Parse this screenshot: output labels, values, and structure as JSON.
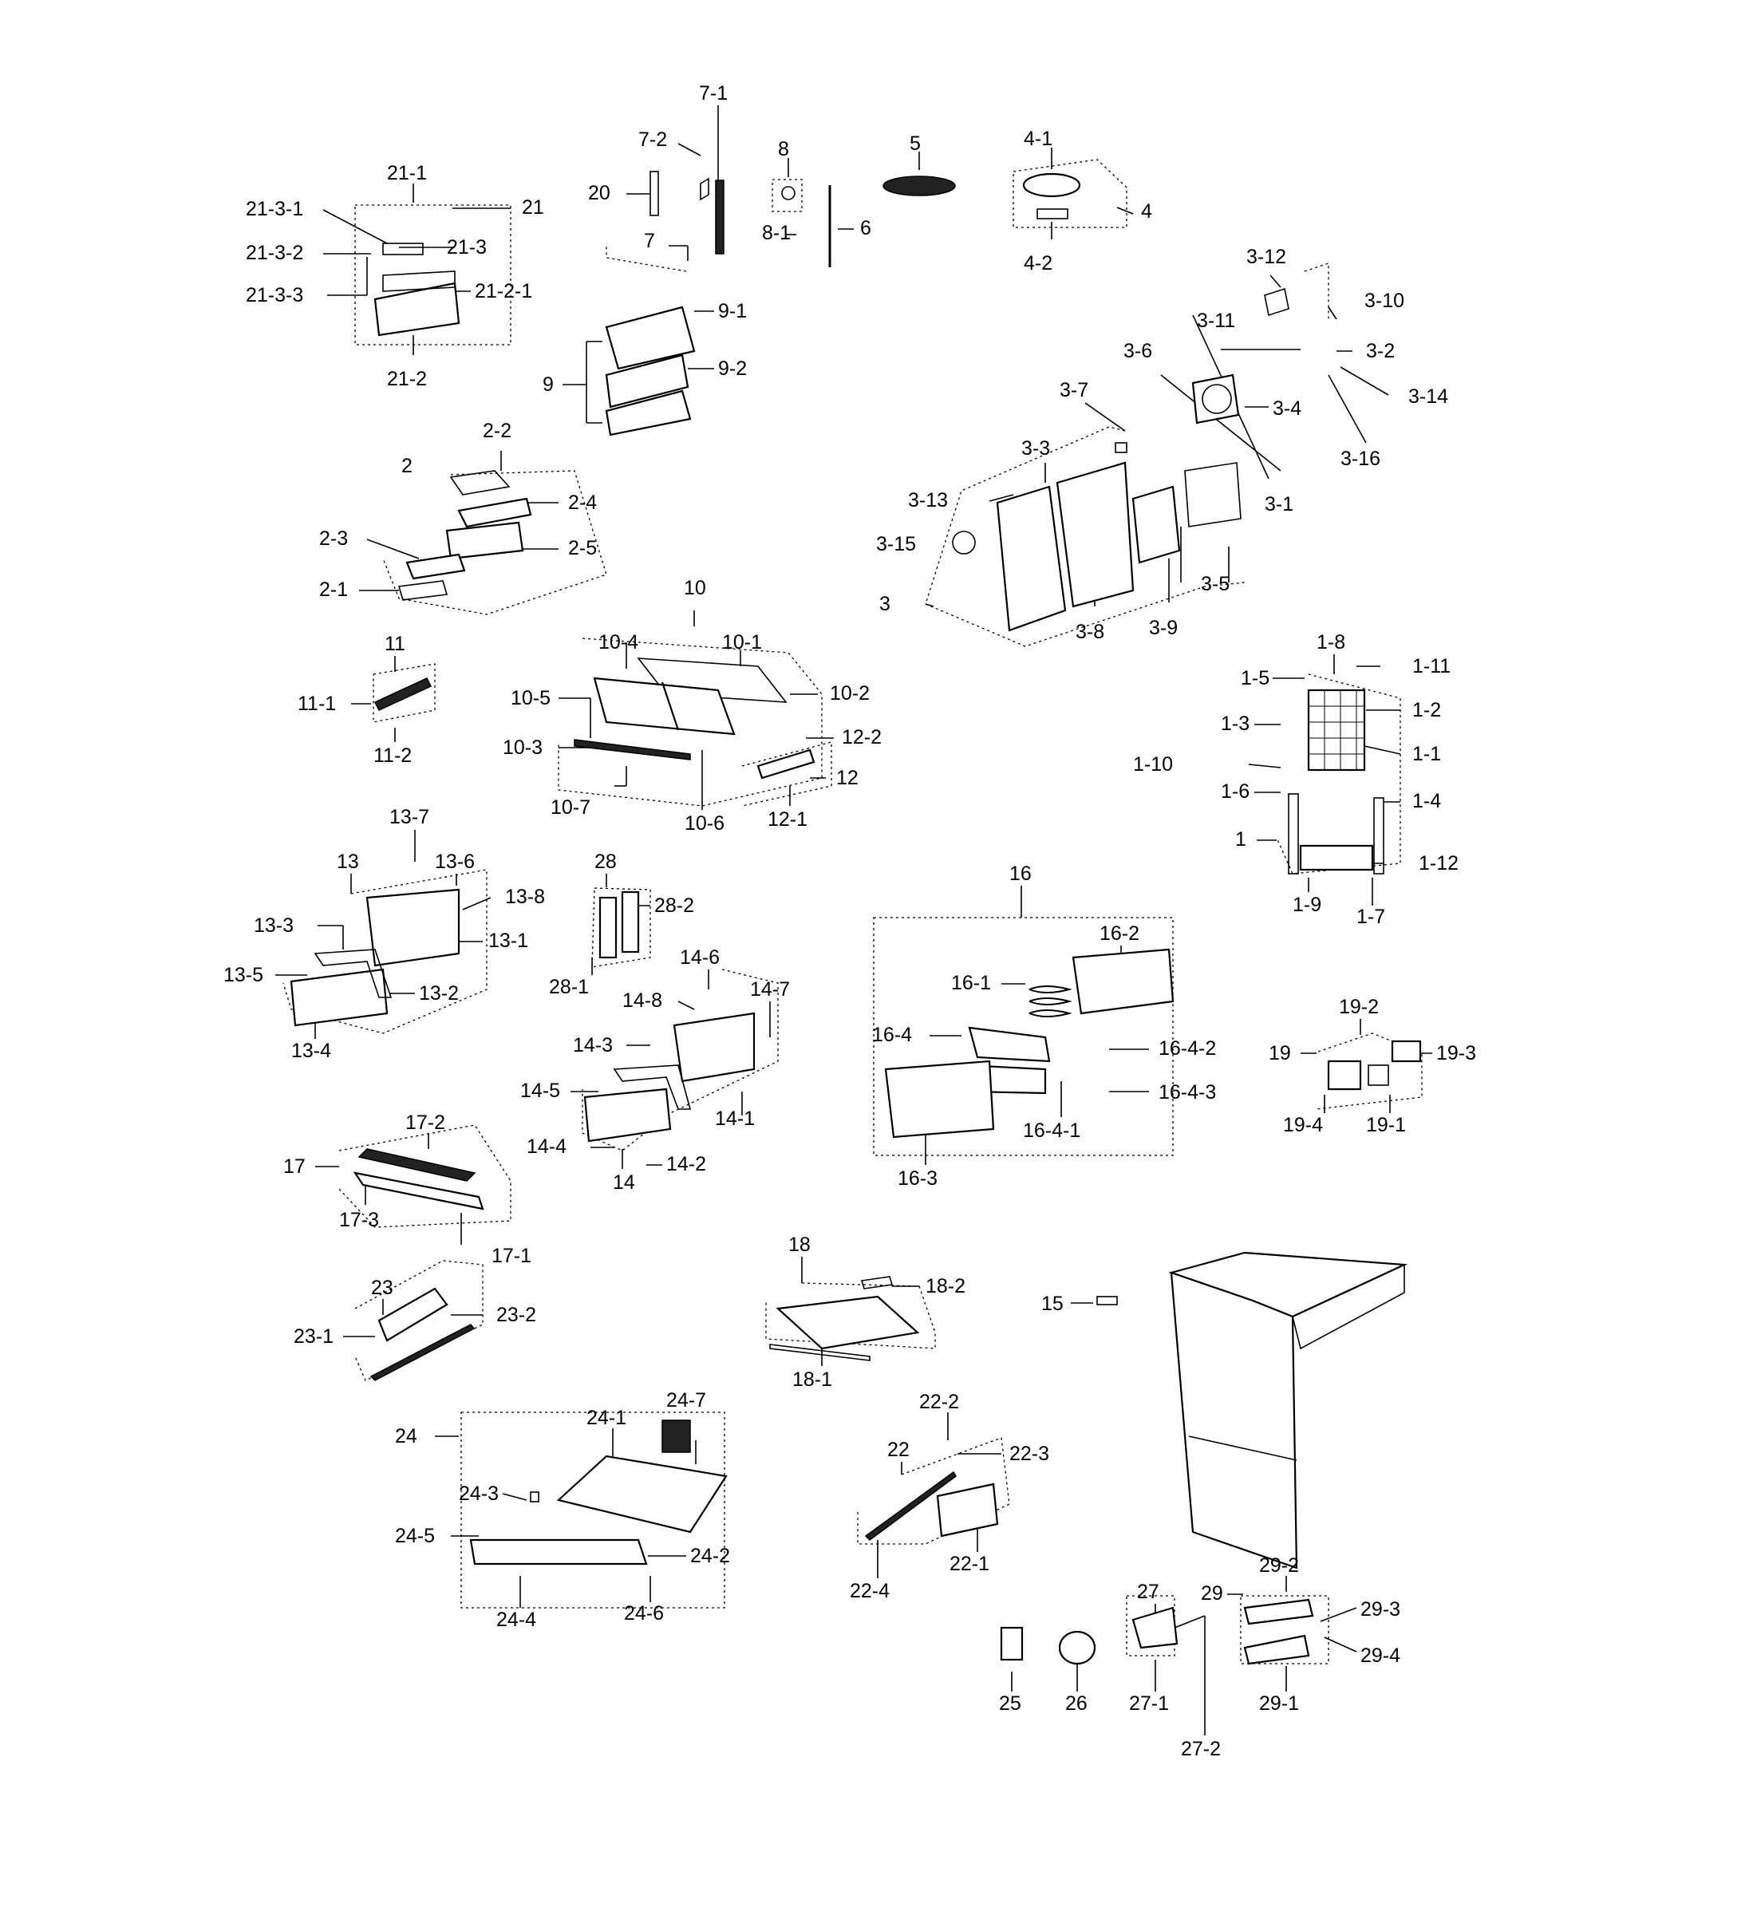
{
  "labels": {
    "l_7_1": "7-1",
    "l_7_2": "7-2",
    "l_20": "20",
    "l_7": "7",
    "l_8": "8",
    "l_8_1": "8-1",
    "l_6": "6",
    "l_5": "5",
    "l_4_1": "4-1",
    "l_4": "4",
    "l_4_2": "4-2",
    "l_21_1": "21-1",
    "l_21": "21",
    "l_21_3_1": "21-3-1",
    "l_21_3_2": "21-3-2",
    "l_21_3": "21-3",
    "l_21_3_3": "21-3-3",
    "l_21_2_1": "21-2-1",
    "l_21_2": "21-2",
    "l_9_1": "9-1",
    "l_9_2": "9-2",
    "l_9": "9",
    "l_3_12": "3-12",
    "l_3_10": "3-10",
    "l_3_11": "3-11",
    "l_3_2": "3-2",
    "l_3_6": "3-6",
    "l_3_14": "3-14",
    "l_3_7": "3-7",
    "l_3_4": "3-4",
    "l_3_16": "3-16",
    "l_3_3": "3-3",
    "l_3_13": "3-13",
    "l_3_1": "3-1",
    "l_3_15": "3-15",
    "l_3_5": "3-5",
    "l_3": "3",
    "l_3_8": "3-8",
    "l_3_9": "3-9",
    "l_2_2": "2-2",
    "l_2": "2",
    "l_2_4": "2-4",
    "l_2_3": "2-3",
    "l_2_5": "2-5",
    "l_2_1": "2-1",
    "l_10": "10",
    "l_10_4": "10-4",
    "l_10_1": "10-1",
    "l_10_2": "10-2",
    "l_10_5": "10-5",
    "l_10_3": "10-3",
    "l_10_7": "10-7",
    "l_10_6": "10-6",
    "l_11": "11",
    "l_11_1": "11-1",
    "l_11_2": "11-2",
    "l_12_2": "12-2",
    "l_12": "12",
    "l_12_1": "12-1",
    "l_1_8": "1-8",
    "l_1_11": "1-11",
    "l_1_5": "1-5",
    "l_1_2": "1-2",
    "l_1_3": "1-3",
    "l_1_1": "1-1",
    "l_1_10": "1-10",
    "l_1_6": "1-6",
    "l_1_4": "1-4",
    "l_1": "1",
    "l_1_12": "1-12",
    "l_1_9": "1-9",
    "l_1_7": "1-7",
    "l_13_7": "13-7",
    "l_13": "13",
    "l_13_6": "13-6",
    "l_13_8": "13-8",
    "l_13_3": "13-3",
    "l_13_1": "13-1",
    "l_13_5": "13-5",
    "l_13_2": "13-2",
    "l_13_4": "13-4",
    "l_28": "28",
    "l_28_2": "28-2",
    "l_28_1": "28-1",
    "l_14_6": "14-6",
    "l_14_7": "14-7",
    "l_14_8": "14-8",
    "l_14_3": "14-3",
    "l_14_5": "14-5",
    "l_14_1": "14-1",
    "l_14_4": "14-4",
    "l_14_2": "14-2",
    "l_14": "14",
    "l_16": "16",
    "l_16_2": "16-2",
    "l_16_1": "16-1",
    "l_16_4": "16-4",
    "l_16_4_2": "16-4-2",
    "l_16_4_3": "16-4-3",
    "l_16_4_1": "16-4-1",
    "l_16_3": "16-3",
    "l_19_2": "19-2",
    "l_19": "19",
    "l_19_3": "19-3",
    "l_19_4": "19-4",
    "l_19_1": "19-1",
    "l_17_2": "17-2",
    "l_17": "17",
    "l_17_3": "17-3",
    "l_17_1": "17-1",
    "l_23": "23",
    "l_23_2": "23-2",
    "l_23_1": "23-1",
    "l_18": "18",
    "l_18_2": "18-2",
    "l_18_1": "18-1",
    "l_15": "15",
    "l_24_7": "24-7",
    "l_24": "24",
    "l_24_1": "24-1",
    "l_24_3": "24-3",
    "l_24_5": "24-5",
    "l_24_2": "24-2",
    "l_24_4": "24-4",
    "l_24_6": "24-6",
    "l_22_2": "22-2",
    "l_22": "22",
    "l_22_3": "22-3",
    "l_22_1": "22-1",
    "l_22_4": "22-4",
    "l_29_2": "29-2",
    "l_27": "27",
    "l_29": "29",
    "l_29_3": "29-3",
    "l_29_4": "29-4",
    "l_25": "25",
    "l_26": "26",
    "l_27_1": "27-1",
    "l_29_1": "29-1",
    "l_27_2": "27-2"
  }
}
